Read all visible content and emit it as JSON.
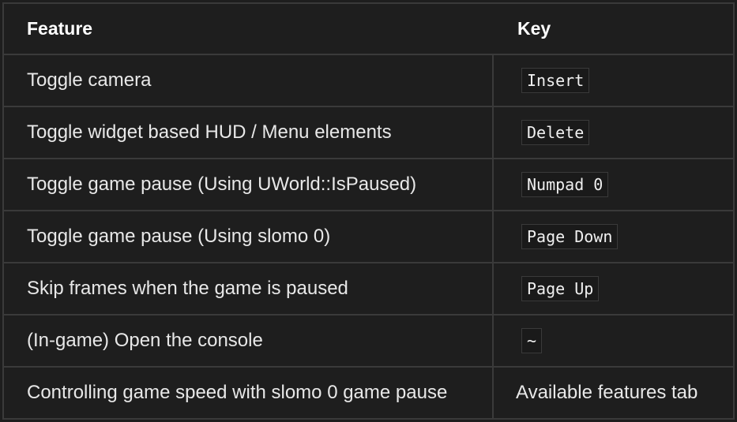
{
  "table": {
    "headers": {
      "feature": "Feature",
      "key": "Key"
    },
    "rows": [
      {
        "feature": "Toggle camera",
        "key": "Insert",
        "key_style": "code"
      },
      {
        "feature": "Toggle widget based HUD / Menu elements",
        "key": "Delete",
        "key_style": "code"
      },
      {
        "feature": "Toggle game pause (Using UWorld::IsPaused)",
        "key": "Numpad 0",
        "key_style": "code"
      },
      {
        "feature": "Toggle game pause (Using slomo 0)",
        "key": "Page Down",
        "key_style": "code"
      },
      {
        "feature": "Skip frames when the game is paused",
        "key": "Page Up",
        "key_style": "code"
      },
      {
        "feature": "(In-game) Open the console",
        "key": "~",
        "key_style": "code"
      },
      {
        "feature": "Controlling game speed with slomo 0 game pause",
        "key": "Available features tab",
        "key_style": "text"
      }
    ]
  },
  "colors": {
    "background": "#1e1e1e",
    "border": "#3a3a3a",
    "text": "#e8e8e8",
    "header_text": "#ffffff"
  }
}
